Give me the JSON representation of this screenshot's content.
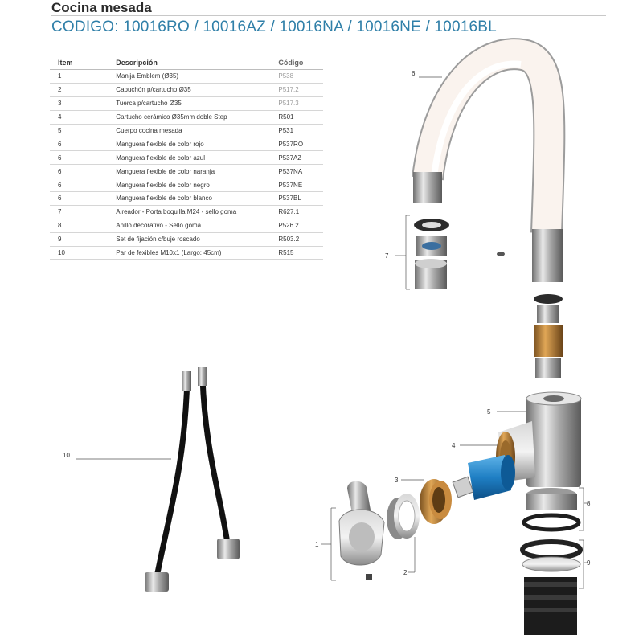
{
  "header": {
    "title": "Cocina mesada",
    "codes": "CODIGO: 10016RO / 10016AZ / 10016NA / 10016NE / 10016BL"
  },
  "parts_table": {
    "columns": [
      "Item",
      "Descripción",
      "Código"
    ],
    "rows": [
      {
        "item": "1",
        "desc": "Manija Emblem (Ø35)",
        "code": "P538"
      },
      {
        "item": "2",
        "desc": "Capuchón p/cartucho Ø35",
        "code": "P517.2"
      },
      {
        "item": "3",
        "desc": "Tuerca p/cartucho Ø35",
        "code": "P517.3"
      },
      {
        "item": "4",
        "desc": "Cartucho cerámico Ø35mm doble Step",
        "code": "R501"
      },
      {
        "item": "5",
        "desc": "Cuerpo cocina mesada",
        "code": "P531"
      },
      {
        "item": "6",
        "desc": "Manguera flexible de color rojo",
        "code": "P537RO"
      },
      {
        "item": "6",
        "desc": "Manguera flexible de color azul",
        "code": "P537AZ"
      },
      {
        "item": "6",
        "desc": "Manguera flexible de color naranja",
        "code": "P537NA"
      },
      {
        "item": "6",
        "desc": "Manguera flexible de color negro",
        "code": "P537NE"
      },
      {
        "item": "6",
        "desc": "Manguera flexible de color blanco",
        "code": "P537BL"
      },
      {
        "item": "7",
        "desc": "Aireador - Porta boquilla M24 - sello goma",
        "code": "R627.1"
      },
      {
        "item": "8",
        "desc": "Anillo decorativo - Sello goma",
        "code": "P526.2"
      },
      {
        "item": "9",
        "desc": "Set de fijación c/buje roscado",
        "code": "R503.2"
      },
      {
        "item": "10",
        "desc": "Par de fexibles M10x1 (Largo: 45cm)",
        "code": "R515"
      }
    ]
  },
  "diagram": {
    "callouts": [
      "1",
      "2",
      "3",
      "4",
      "5",
      "6",
      "7",
      "8",
      "9",
      "10"
    ]
  }
}
